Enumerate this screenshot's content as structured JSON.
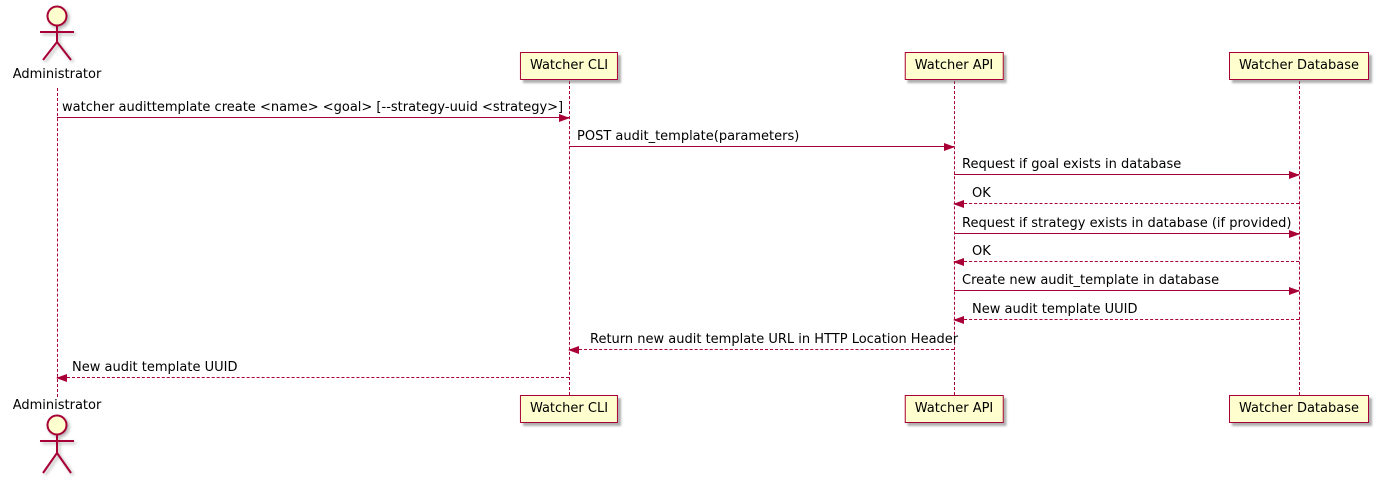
{
  "diagram": {
    "type": "uml-sequence",
    "colors": {
      "accent": "#A80036",
      "participant_fill": "#FEFECE",
      "text": "#000000",
      "background": "#FFFFFF"
    },
    "actor": {
      "label": "Administrator"
    },
    "participants": [
      {
        "label": "Watcher CLI"
      },
      {
        "label": "Watcher API"
      },
      {
        "label": "Watcher Database"
      }
    ],
    "messages": [
      {
        "from": "Administrator",
        "to": "Watcher CLI",
        "style": "solid",
        "label": "watcher audittemplate create <name> <goal> [--strategy-uuid <strategy>]"
      },
      {
        "from": "Watcher CLI",
        "to": "Watcher API",
        "style": "solid",
        "label": "POST audit_template(parameters)"
      },
      {
        "from": "Watcher API",
        "to": "Watcher Database",
        "style": "solid",
        "label": "Request if goal exists in database"
      },
      {
        "from": "Watcher Database",
        "to": "Watcher API",
        "style": "dashed",
        "label": "OK"
      },
      {
        "from": "Watcher API",
        "to": "Watcher Database",
        "style": "solid",
        "label": "Request if strategy exists in database (if provided)"
      },
      {
        "from": "Watcher Database",
        "to": "Watcher API",
        "style": "dashed",
        "label": "OK"
      },
      {
        "from": "Watcher API",
        "to": "Watcher Database",
        "style": "solid",
        "label": "Create new audit_template in database"
      },
      {
        "from": "Watcher Database",
        "to": "Watcher API",
        "style": "dashed",
        "label": "New audit template UUID"
      },
      {
        "from": "Watcher API",
        "to": "Watcher CLI",
        "style": "dashed",
        "label": "Return new audit template URL in HTTP Location Header"
      },
      {
        "from": "Watcher CLI",
        "to": "Administrator",
        "style": "dashed",
        "label": "New audit template UUID"
      }
    ]
  }
}
